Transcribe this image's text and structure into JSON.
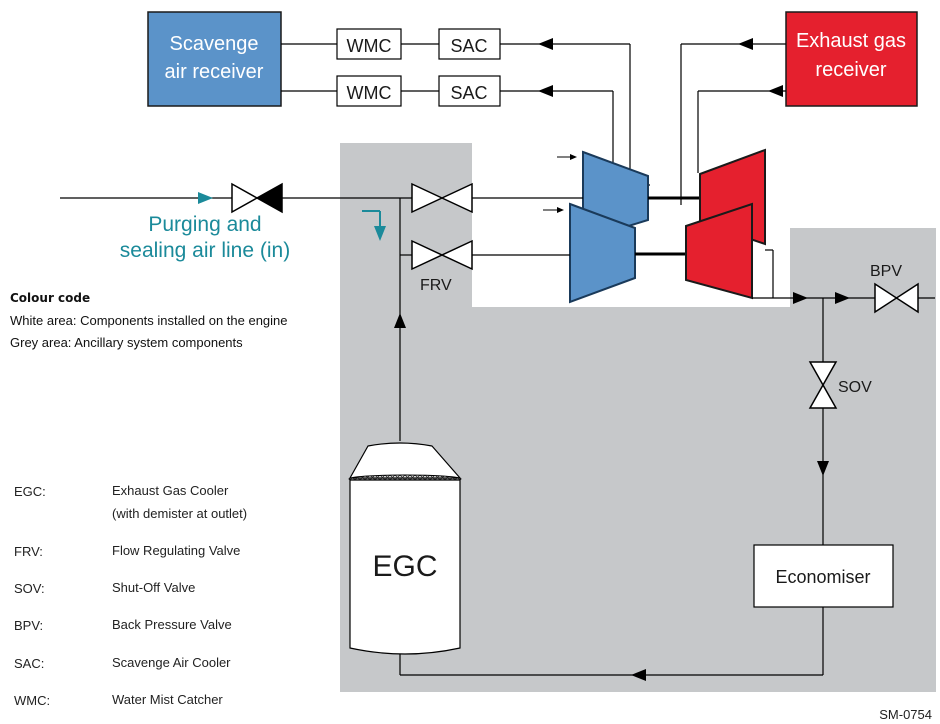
{
  "components": {
    "scavenge_receiver": [
      "Scavenge",
      "air receiver"
    ],
    "exhaust_receiver": [
      "Exhaust gas",
      "receiver"
    ],
    "wmc": "WMC",
    "sac": "SAC",
    "egc": "EGC",
    "economiser": "Economiser",
    "frv": "FRV",
    "bpv": "BPV",
    "sov": "SOV"
  },
  "purging_line": [
    "Purging and",
    "sealing air line (in)"
  ],
  "colour_code": {
    "title": "Colour code",
    "white": "White area:  Components installed on the engine",
    "grey": "Grey area:  Ancillary system components"
  },
  "legend": [
    {
      "abbr": "EGC:",
      "desc": [
        "Exhaust Gas Cooler",
        "(with demister at outlet)"
      ]
    },
    {
      "abbr": "FRV:",
      "desc": [
        "Flow Regulating Valve"
      ]
    },
    {
      "abbr": "SOV:",
      "desc": [
        "Shut-Off Valve"
      ]
    },
    {
      "abbr": "BPV:",
      "desc": [
        "Back Pressure Valve"
      ]
    },
    {
      "abbr": "SAC:",
      "desc": [
        "Scavenge Air Cooler"
      ]
    },
    {
      "abbr": "WMC:",
      "desc": [
        "Water Mist Catcher"
      ]
    }
  ],
  "drawing_code": "SM-0754",
  "colors": {
    "grey_area": "#c6c8ca",
    "scavenge_blue": "#5b93c9",
    "exhaust_red": "#e5202e",
    "teal": "#1b8a9a"
  }
}
